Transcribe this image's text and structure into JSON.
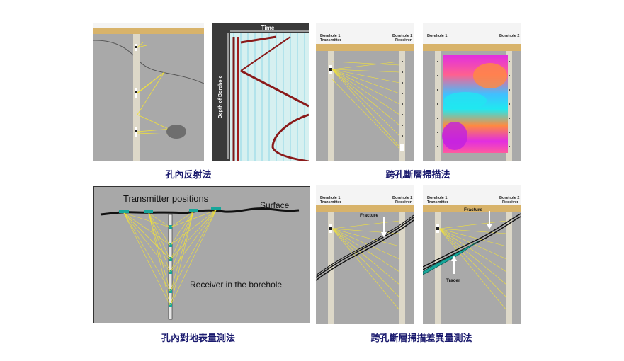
{
  "captions": {
    "reflection": "孔內反射法",
    "tomography": "跨孔斷層掃描法",
    "borehole_to_surface": "孔內對地表量測法",
    "differential_tomography": "跨孔斷層掃描差異量測法"
  },
  "seismic_panel": {
    "time_label": "Time",
    "depth_label": "Depth of Borehole"
  },
  "tomography_panel_a": {
    "left_hole": "Borehole 1",
    "left_role": "Transmitter",
    "right_hole": "Borehole 2",
    "right_role": "Receiver"
  },
  "tomography_panel_b": {
    "left_hole": "Borehole 1",
    "right_hole": "Borehole 2"
  },
  "surface_panel": {
    "transmitter_label": "Transmitter positions",
    "surface_label": "Surface",
    "receiver_label": "Receiver in the borehole"
  },
  "fracture_panel_a": {
    "left_hole": "Borehole 1",
    "left_role": "Transmitter",
    "right_hole": "Borehole 2",
    "right_role": "Receiver",
    "fracture_label": "Fracture"
  },
  "fracture_panel_b": {
    "left_hole": "Borehole 1",
    "left_role": "Transmitter",
    "right_hole": "Borehole 2",
    "right_role": "Receiver",
    "fracture_label": "Fracture",
    "tracer_label": "Tracer"
  },
  "colors": {
    "soil": "#d8b36a",
    "rock": "#9a9a9a",
    "ray": "#f2e23a",
    "caption": "#1a1a6e"
  }
}
